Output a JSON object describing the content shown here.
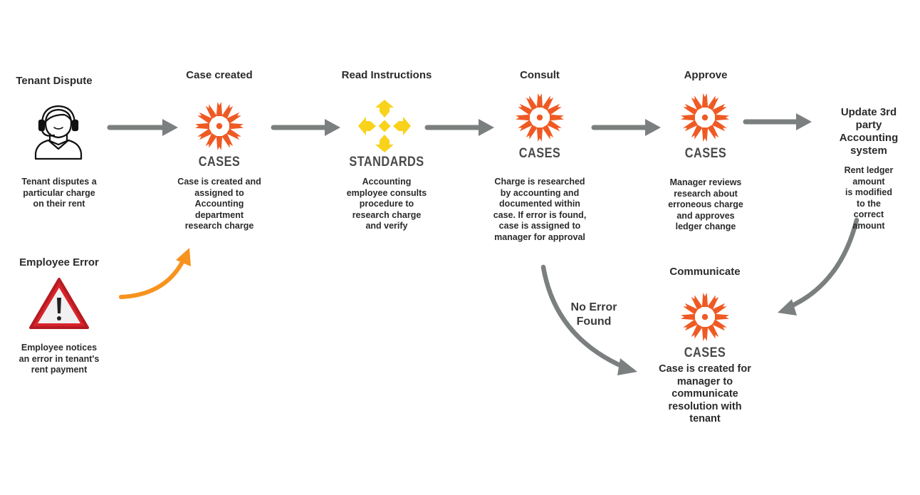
{
  "colors": {
    "arrow_gray": "#7b7f80",
    "arrow_orange": "#f7931e",
    "cases_orange": "#ef5a24",
    "standards_yellow": "#f9d21b",
    "warning_red": "#d8232a"
  },
  "nodes": {
    "tenant_dispute": {
      "title": "Tenant Dispute",
      "icon": "headset-agent-icon",
      "description": "Tenant disputes a\nparticular charge\non their rent"
    },
    "employee_error": {
      "title": "Employee Error",
      "icon": "warning-triangle-icon",
      "description": "Employee notices\nan error in tenant's\nrent payment"
    },
    "case_created": {
      "title": "Case created",
      "logo_text": "CASES",
      "description": "Case is created and\nassigned to\nAccounting\ndepartment\nresearch charge"
    },
    "read_instructions": {
      "title": "Read Instructions",
      "logo_text": "STANDARDS",
      "description": "Accounting\nemployee consults\nprocedure to\nresearch charge\nand verify"
    },
    "consult": {
      "title": "Consult",
      "logo_text": "CASES",
      "description": "Charge is researched\nby accounting and\ndocumented within\ncase. If error is found,\ncase is assigned to\nmanager for approval"
    },
    "approve": {
      "title": "Approve",
      "logo_text": "CASES",
      "description": "Manager reviews\nresearch about\nerroneous charge\nand approves\nledger change"
    },
    "update_system": {
      "title": "Update 3rd party\nAccounting\nsystem",
      "description": "Rent ledger amount\nis modified to the\ncorrect amount"
    },
    "communicate": {
      "title": "Communicate",
      "logo_text": "CASES",
      "description": "Case is created for\nmanager to\ncommunicate\nresolution with\ntenant"
    }
  },
  "edges": {
    "no_error_label": "No Error\nFound"
  }
}
